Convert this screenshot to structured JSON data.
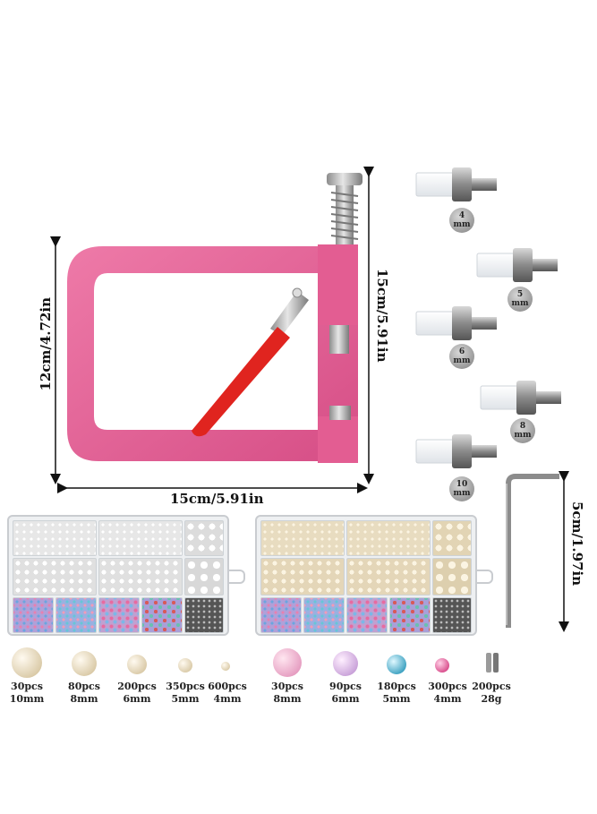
{
  "dimensions": {
    "tool_height": "12cm/4.72in",
    "tool_width": "15cm/5.91in",
    "tool_depth": "15cm/5.91in",
    "wrench_length": "5cm/1.97in"
  },
  "dies": [
    {
      "size": "4",
      "unit": "mm"
    },
    {
      "size": "5",
      "unit": "mm"
    },
    {
      "size": "6",
      "unit": "mm"
    },
    {
      "size": "8",
      "unit": "mm"
    },
    {
      "size": "10",
      "unit": "mm"
    }
  ],
  "items": [
    {
      "qty": "30pcs",
      "size": "10mm",
      "color": "#efe4cf"
    },
    {
      "qty": "80pcs",
      "size": "8mm",
      "color": "#efe4cf"
    },
    {
      "qty": "200pcs",
      "size": "6mm",
      "color": "#efe4cf"
    },
    {
      "qty": "350pcs",
      "size": "5mm",
      "color": "#efe4cf"
    },
    {
      "qty": "600pcs",
      "size": "4mm",
      "color": "#efe4cf"
    },
    {
      "qty": "30pcs",
      "size": "8mm",
      "color": "#f2b8d0"
    },
    {
      "qty": "90pcs",
      "size": "6mm",
      "color": "#e9c4e8"
    },
    {
      "qty": "180pcs",
      "size": "5mm",
      "color": "#66c6d8"
    },
    {
      "qty": "300pcs",
      "size": "4mm",
      "color": "#e86aa0"
    },
    {
      "qty": "200pcs",
      "size": "28g",
      "color": "#9a9a9a"
    }
  ],
  "colors": {
    "press_body": "#e35d92",
    "handle": "#e0241f",
    "metal": "#b9b9b9",
    "die_sleeve": "#eef0f3"
  }
}
